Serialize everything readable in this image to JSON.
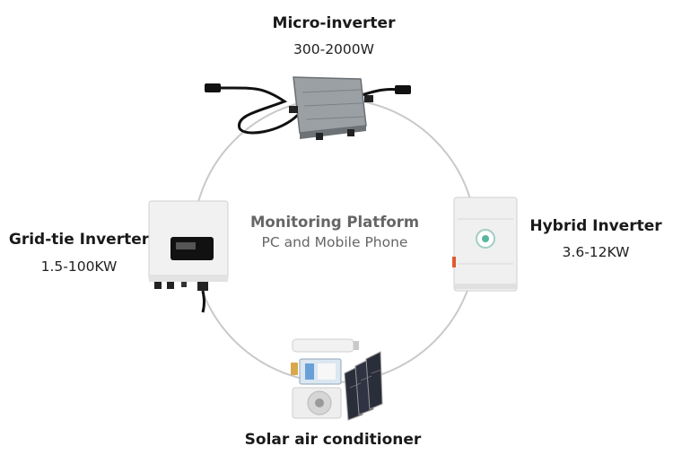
{
  "nodes": {
    "micro": {
      "title": "Micro-inverter",
      "sub": "300-2000W"
    },
    "grid": {
      "title": "Grid-tie Inverter",
      "sub": "1.5-100KW"
    },
    "hybrid": {
      "title": "Hybrid Inverter",
      "sub": "3.6-12KW"
    },
    "solar_ac": {
      "title": "Solar air conditioner"
    }
  },
  "center": {
    "title": "Monitoring Platform",
    "sub": "PC and Mobile Phone"
  },
  "colors": {
    "ring": "#c8c8c8",
    "device_body": "#eeeeee",
    "screen": "#111111",
    "panel": "#2a2d3a"
  }
}
